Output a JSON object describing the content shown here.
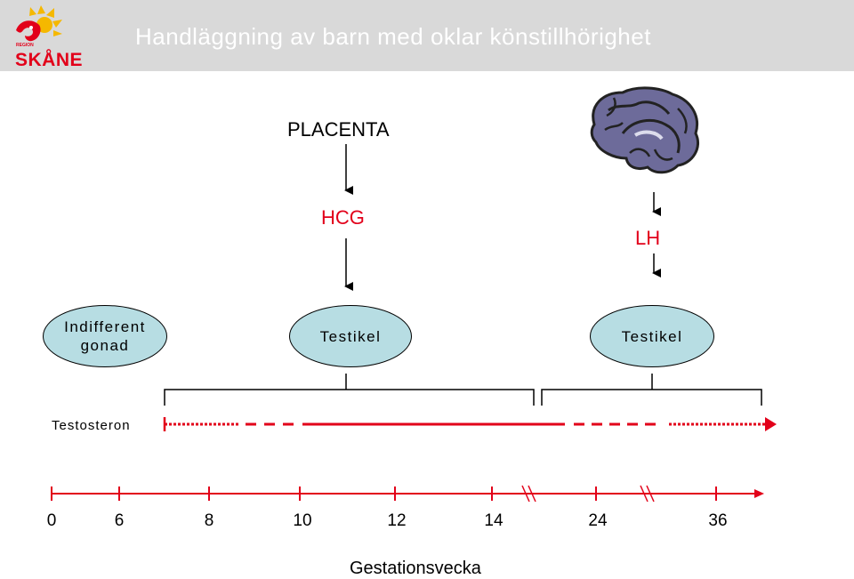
{
  "header": {
    "title": "Handläggning av barn med oklar könstillhörighet",
    "logo_text": "SKÅNE",
    "logo_sub": "REGION"
  },
  "diagram": {
    "placenta": "PLACENTA",
    "hcg": "HCG",
    "lh": "LH",
    "nodes": {
      "indifferent_line1": "Indifferent",
      "indifferent_line2": "gonad",
      "testikel_1": "Testikel",
      "testikel_2": "Testikel"
    },
    "testosterone_label": "Testosteron"
  },
  "timeline": {
    "ticks": [
      "0",
      "6",
      "8",
      "10",
      "12",
      "14",
      "24",
      "36"
    ],
    "xlabel": "Gestationsvecka"
  },
  "colors": {
    "accent_red": "#e2001a",
    "node_fill": "#b7dde3",
    "header_bg": "#d9d9d9",
    "brain": "#6d6b9a"
  }
}
